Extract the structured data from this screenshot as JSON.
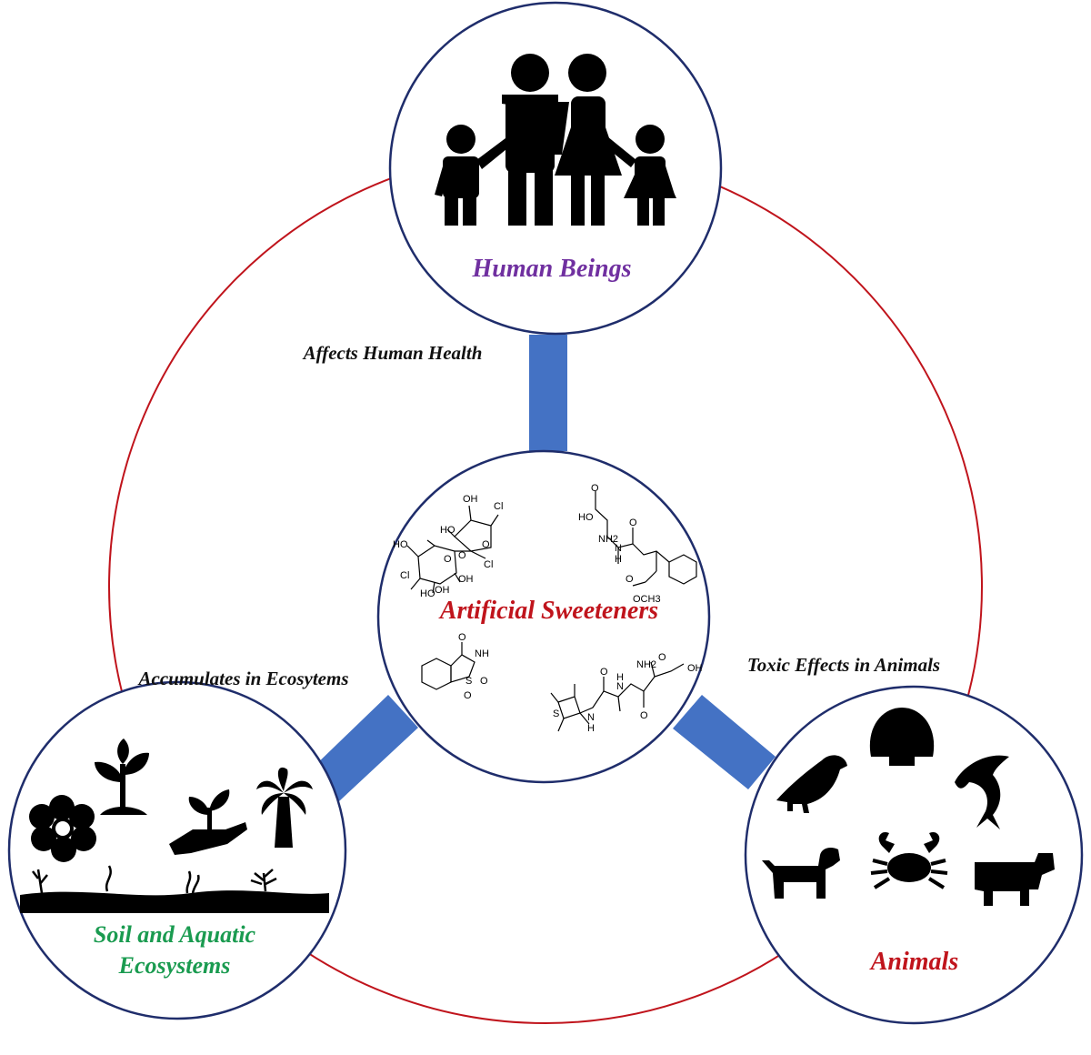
{
  "nodes": {
    "center": {
      "label": "Artificial Sweeteners"
    },
    "human": {
      "label": "Human Beings"
    },
    "ecosystems": {
      "label_line1": "Soil and Aquatic",
      "label_line2": "Ecosystems"
    },
    "animals": {
      "label": "Animals"
    }
  },
  "edges": {
    "human": "Affects Human Health",
    "ecosystems": "Accumulates in Ecosytems",
    "animals": "Toxic Effects in Animals"
  },
  "chem_labels": {
    "sucralose": [
      "HO",
      "OH",
      "HO",
      "O",
      "O",
      "Cl",
      "Cl",
      "O",
      "OH",
      "HO",
      "OH",
      "Cl"
    ],
    "aspartame": [
      "HO",
      "O",
      "NH2",
      "N",
      "H",
      "O",
      "O",
      "OCH3"
    ],
    "saccharin": [
      "O",
      "NH",
      "S",
      "O",
      "O"
    ],
    "alitame": [
      "S",
      "N",
      "H",
      "O",
      "NH2",
      "O",
      "OH",
      "N",
      "H",
      "O"
    ]
  },
  "colors": {
    "ring": "#c0141c",
    "node_border": "#1f2d6b",
    "connector": "#4472c4",
    "human_label": "#7030a0",
    "center_label": "#c0141c",
    "ecosystems_label": "#1a9b50",
    "animals_label": "#c0141c",
    "edge_label": "#111111"
  }
}
